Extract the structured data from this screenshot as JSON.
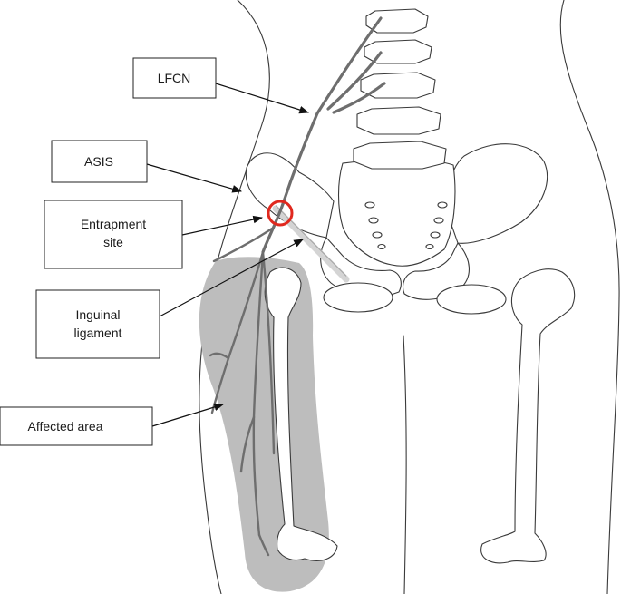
{
  "labels": {
    "lfcn": "LFCN",
    "asis": "ASIS",
    "entrapment_line1": "Entrapment",
    "entrapment_line2": "site",
    "inguinal_line1": "Inguinal",
    "inguinal_line2": "ligament",
    "affected": "Affected area"
  },
  "colors": {
    "affected_area_fill": "#bdbdbd",
    "nerve": "#6e6e6e",
    "entrapment_marker": "#e0281e",
    "ligament": "#d4d4d4",
    "outline": "#3a3a3a"
  }
}
